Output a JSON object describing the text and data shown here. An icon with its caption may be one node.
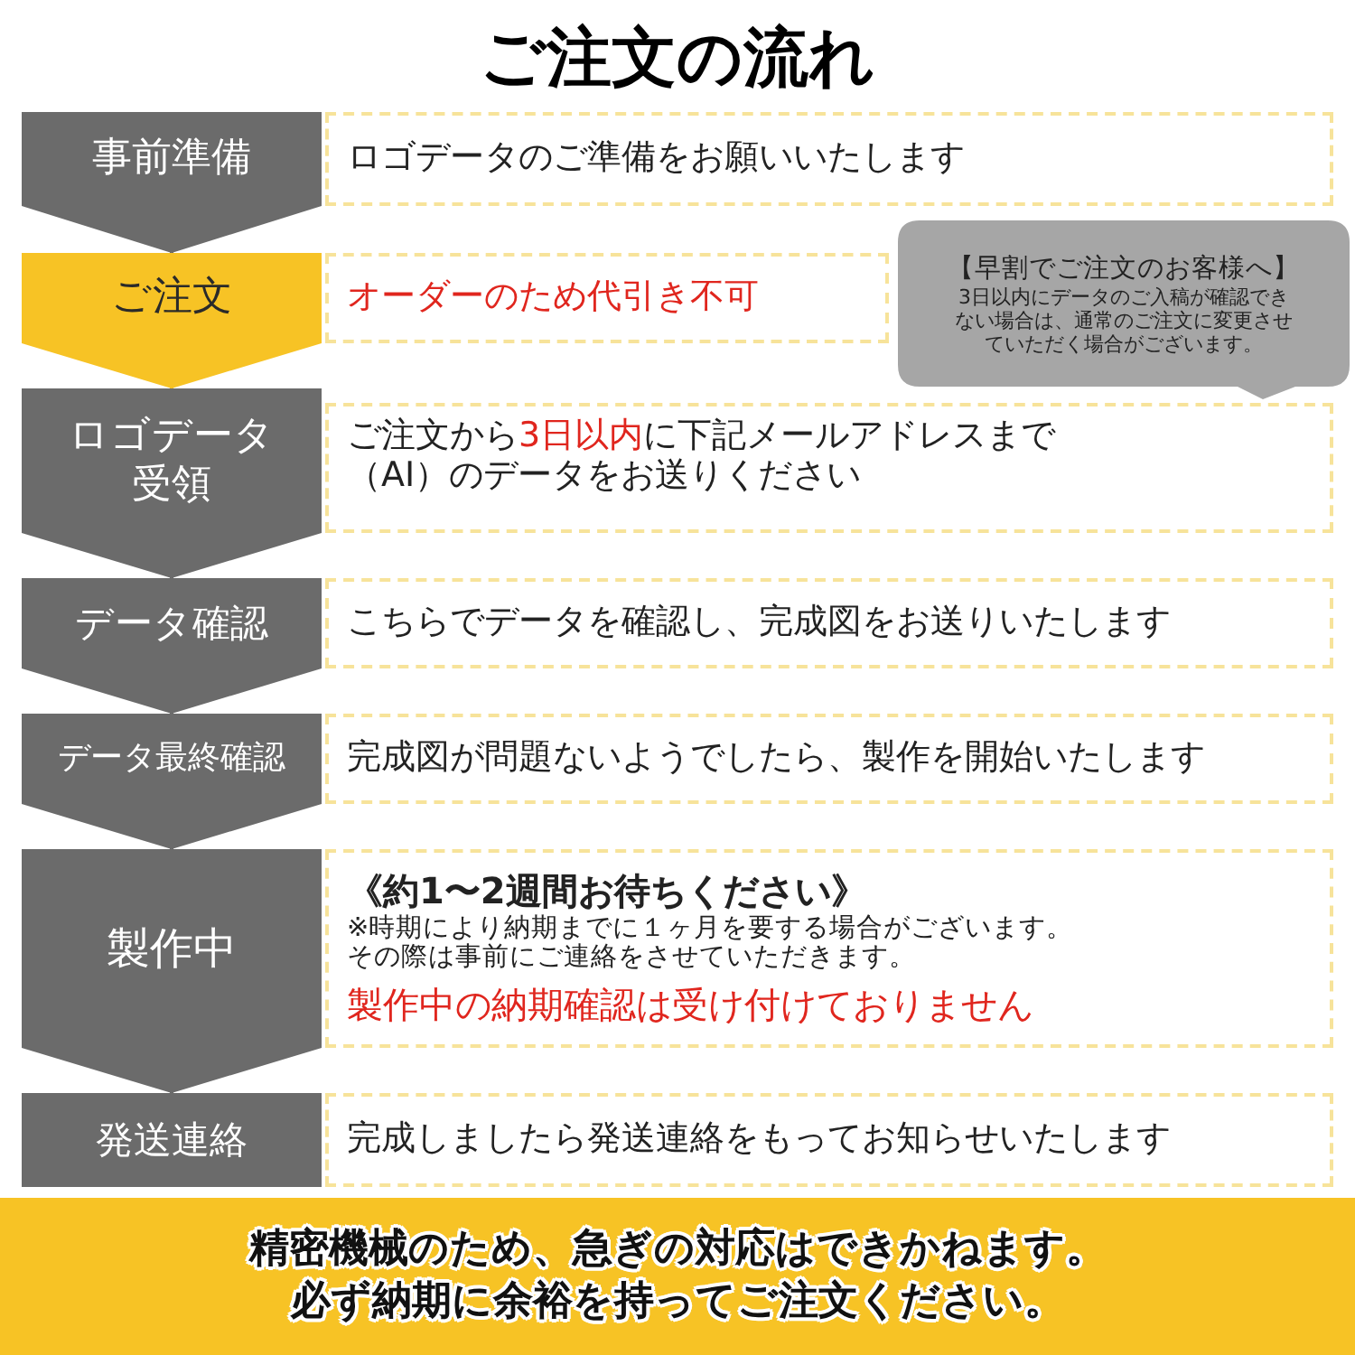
{
  "diagram": {
    "title": "ご注文の流れ",
    "nodes": [
      {
        "text": [
          "事前準備"
        ]
      },
      {
        "text": [
          "ロゴデータのご準備をお願いいたします"
        ]
      },
      {
        "text": [
          "ご注文"
        ]
      },
      {
        "text": [
          "オーダーのため代引き不可"
        ]
      },
      {
        "text": [
          "【早割でご注文のお客様へ】",
          "3日以内にデータのご入稿が確認できない場合は、通常のご注文に変更させていただく場合がございます。"
        ]
      },
      {
        "text": [
          "ロゴデータ受領"
        ]
      },
      {
        "text": [
          "ご注文から**3日以内**に下記メールアドレスまで（AI）のデータをお送りください"
        ]
      },
      {
        "text": [
          "データ確認"
        ]
      },
      {
        "text": [
          "こちらでデータを確認し、完成図をお送りいたします"
        ]
      },
      {
        "text": [
          "データ最終確認"
        ]
      },
      {
        "text": [
          "完成図が問題ないようでしたら、製作を開始いたします"
        ]
      },
      {
        "text": [
          "製作中"
        ]
      },
      {
        "text": [
          "《約1〜2週間お待ちください》",
          "※時期により納期までに１ヶ月を要する場合がございます。その際は事前にご連絡をさせていただきます。",
          "製作中の納期確認は受け付けておりません"
        ]
      },
      {
        "text": [
          "発送連絡"
        ]
      },
      {
        "text": [
          "完成しましたら発送連絡をもってお知らせいたします"
        ]
      },
      {
        "text": [
          "精密機械のため、急ぎの対応はできかねます。必ず納期に余裕を持ってご注文ください。"
        ]
      }
    ],
    "edges": [
      {
        "from": 0,
        "to": 2,
        "arrow": "to"
      },
      {
        "from": 2,
        "to": 5,
        "arrow": "to",
        "color": "#f7c325"
      },
      {
        "from": 5,
        "to": 7,
        "arrow": "to"
      },
      {
        "from": 7,
        "to": 9,
        "arrow": "to"
      },
      {
        "from": 9,
        "to": 11,
        "arrow": "to"
      },
      {
        "from": 11,
        "to": 13,
        "arrow": "to"
      }
    ]
  }
}
